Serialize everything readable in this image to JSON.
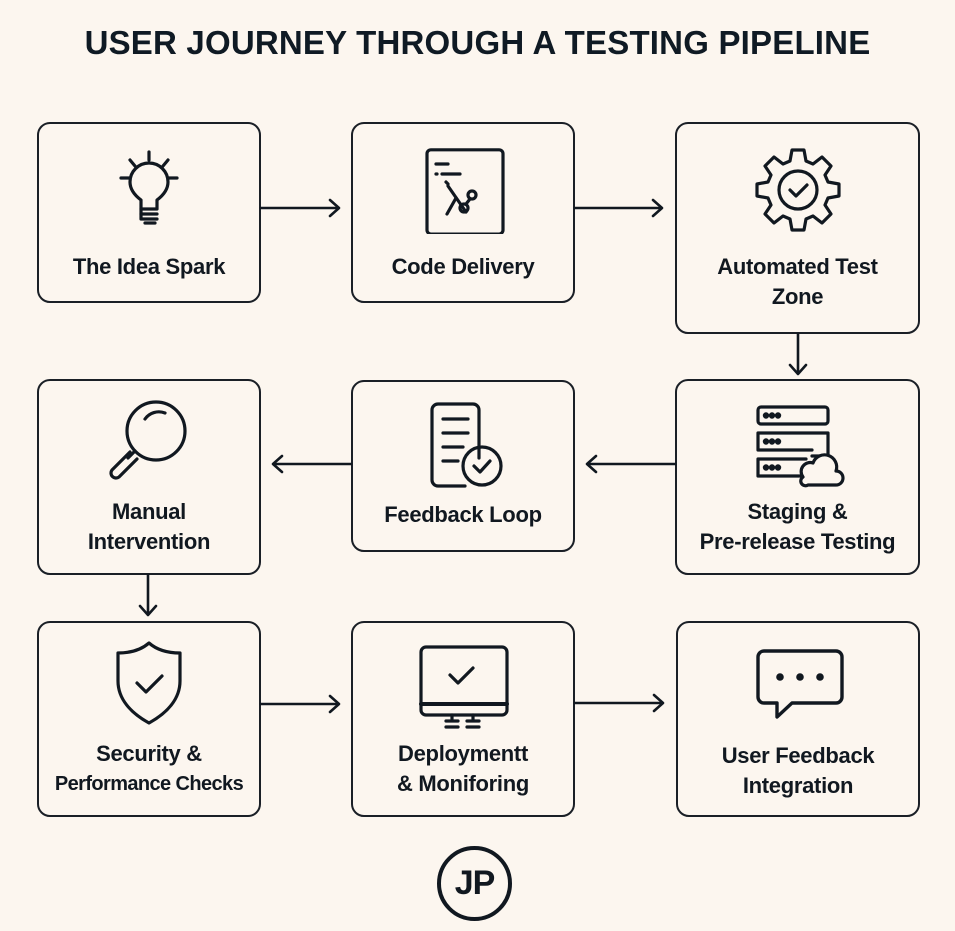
{
  "title": "USER JOURNEY THROUGH A TESTING PIPELINE",
  "nodes": [
    {
      "id": "idea-spark",
      "icon": "lightbulb-icon",
      "lines": [
        "The Idea Spark"
      ]
    },
    {
      "id": "code-delivery",
      "icon": "code-branch-document-icon",
      "lines": [
        "Code Delivery"
      ]
    },
    {
      "id": "automated-test-zone",
      "icon": "gear-check-icon",
      "lines": [
        "Automated Test",
        "Zone"
      ]
    },
    {
      "id": "manual-intervention",
      "icon": "magnifying-glass-icon",
      "lines": [
        "Manual",
        "Intervention"
      ]
    },
    {
      "id": "feedback-loop",
      "icon": "document-check-icon",
      "lines": [
        "Feedback Loop"
      ]
    },
    {
      "id": "staging",
      "icon": "server-cloud-icon",
      "lines": [
        "Staging &",
        "Pre-release Testing"
      ]
    },
    {
      "id": "security-performance",
      "icon": "shield-check-icon",
      "lines": [
        "Security &",
        "Performance Checks"
      ]
    },
    {
      "id": "deployment-monitoring",
      "icon": "monitor-check-icon",
      "lines": [
        "Deploymentt",
        "& Moniforing"
      ]
    },
    {
      "id": "user-feedback-integration",
      "icon": "chat-bubble-icon",
      "lines": [
        "User Feedback",
        "Integration"
      ]
    }
  ],
  "edges": [
    {
      "from": "idea-spark",
      "to": "code-delivery"
    },
    {
      "from": "code-delivery",
      "to": "automated-test-zone"
    },
    {
      "from": "automated-test-zone",
      "to": "staging"
    },
    {
      "from": "staging",
      "to": "feedback-loop"
    },
    {
      "from": "feedback-loop",
      "to": "manual-intervention"
    },
    {
      "from": "manual-intervention",
      "to": "security-performance"
    },
    {
      "from": "security-performance",
      "to": "deployment-monitoring"
    },
    {
      "from": "deployment-monitoring",
      "to": "user-feedback-integration"
    }
  ],
  "logo": {
    "text": "JP"
  },
  "colors": {
    "background": "#fcf6ef",
    "ink": "#111820"
  }
}
